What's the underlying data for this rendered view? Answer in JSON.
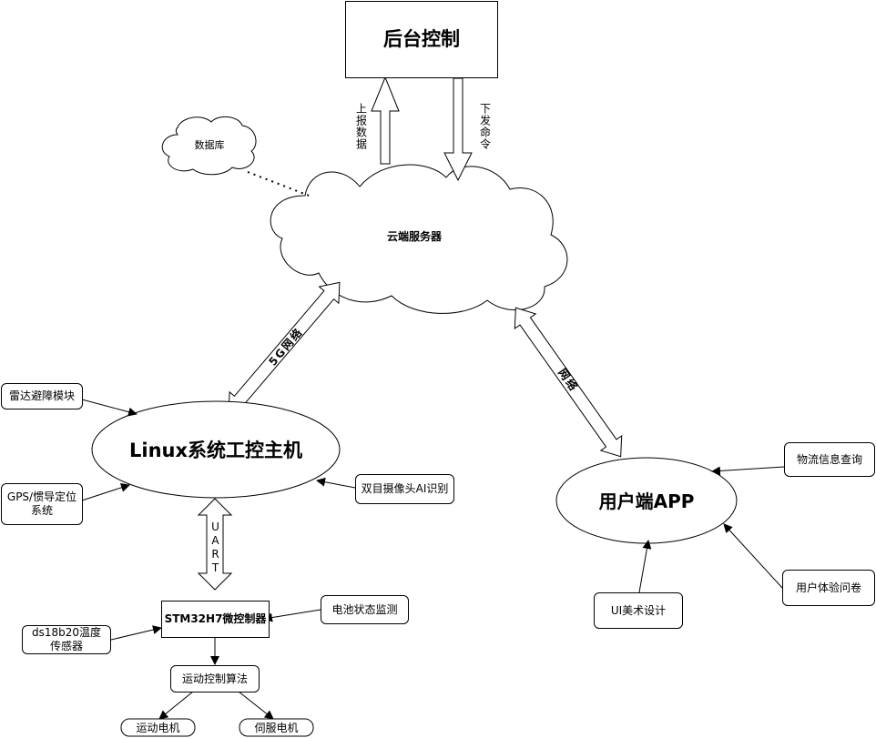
{
  "nodes": {
    "backend": "后台控制",
    "cloud": "云端服务器",
    "database": "数据库",
    "linux_host": "Linux系统工控主机",
    "user_app": "用户端APP",
    "radar": "雷达避障模块",
    "gps": "GPS/惯导定位系统",
    "camera": "双目摄像头AI识别",
    "stm32": "STM32H7微控制器",
    "battery": "电池状态监测",
    "temp_sensor": "ds18b20温度传感器",
    "motion_algo": "运动控制算法",
    "motion_motor": "运动电机",
    "servo_motor": "伺服电机",
    "logistics": "物流信息查询",
    "survey": "用户体验问卷",
    "ui_design": "UI美术设计"
  },
  "edges": {
    "report_data": "上报数据",
    "send_command": "下发命令",
    "net_5g": "5G网络",
    "network": "网络",
    "uart": "UART"
  }
}
